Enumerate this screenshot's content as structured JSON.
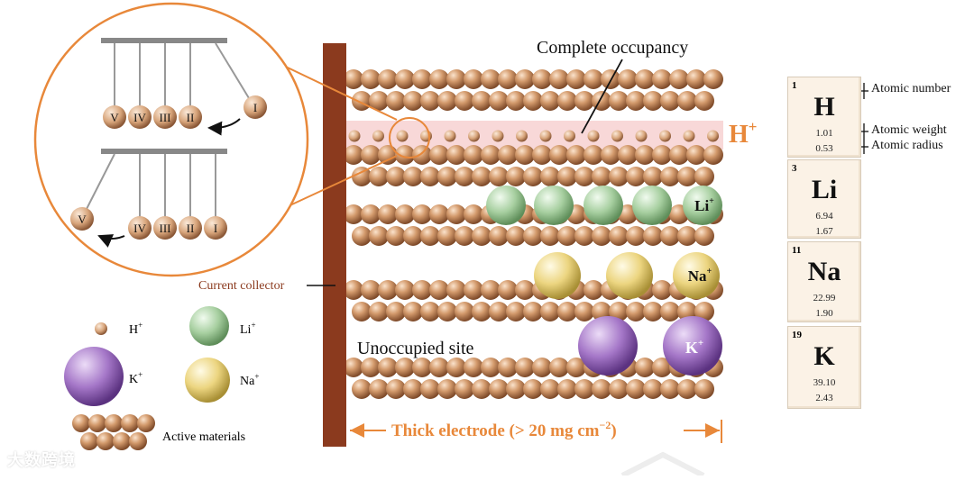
{
  "labels": {
    "complete_occupancy": "Complete occupancy",
    "h_plus": "H",
    "plus": "+",
    "li_plus": "Li",
    "na_plus": "Na",
    "k_plus": "K",
    "unoccupied_site": "Unoccupied site",
    "current_collector": "Current collector",
    "thick_electrode_prefix": "Thick electrode (> 20 mg cm",
    "thick_electrode_sup": "−2",
    "thick_electrode_suffix": ")"
  },
  "legend": {
    "h": "H",
    "li": "Li",
    "k": "K",
    "na": "Na",
    "active": "Active materials",
    "sup": "+"
  },
  "cradle": {
    "top": [
      "V",
      "IV",
      "III",
      "II",
      "I"
    ],
    "bottom": [
      "V",
      "IV",
      "III",
      "II",
      "I"
    ]
  },
  "periodic": [
    {
      "number": "1",
      "symbol": "H",
      "weight": "1.01",
      "radius": "0.53"
    },
    {
      "number": "3",
      "symbol": "Li",
      "weight": "6.94",
      "radius": "1.67"
    },
    {
      "number": "11",
      "symbol": "Na",
      "weight": "22.99",
      "radius": "1.90"
    },
    {
      "number": "19",
      "symbol": "K",
      "weight": "39.10",
      "radius": "2.43"
    }
  ],
  "annotations": {
    "atomic_number": "Atomic number",
    "atomic_weight": "Atomic weight",
    "atomic_radius": "Atomic radius"
  },
  "watermark": "大数跨境",
  "colors": {
    "orange": "#e8883a",
    "collector": "#8b3a1e",
    "bead": "#c98c5c",
    "li": "#9ccb95",
    "na": "#ecd37a",
    "k": "#9d6cc2",
    "h_band": "#f8d8d8"
  }
}
